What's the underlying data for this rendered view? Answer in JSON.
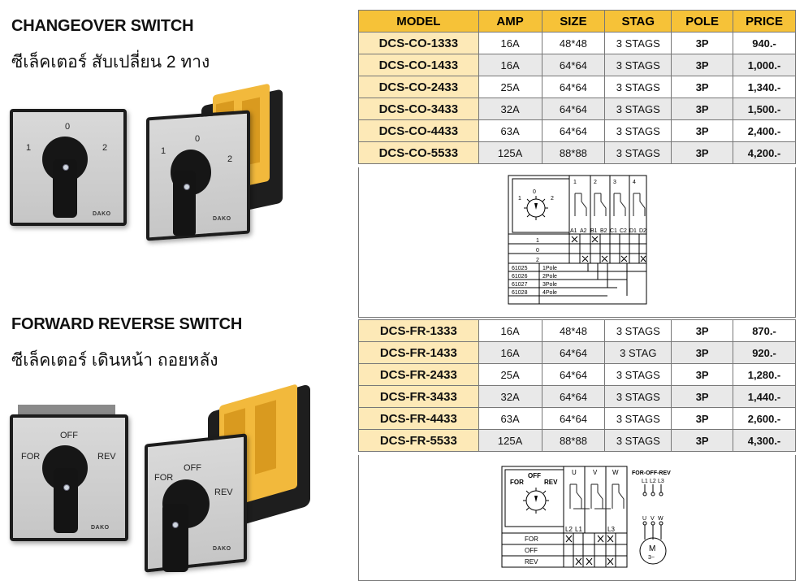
{
  "changeover": {
    "title": "CHANGEOVER SWITCH",
    "subtitle": "ซีเล็คเตอร์ สับเปลี่ยน 2 ทาง",
    "positions": [
      "1",
      "0",
      "2"
    ],
    "brand": "DAKO"
  },
  "forward_reverse": {
    "title": "FORWARD REVERSE SWITCH",
    "subtitle": "ซีเล็คเตอร์ เดินหน้า ถอยหลัง",
    "positions": [
      "FOR",
      "OFF",
      "REV"
    ],
    "brand": "DAKO"
  },
  "table_headers": [
    "MODEL",
    "AMP",
    "SIZE",
    "STAG",
    "POLE",
    "PRICE"
  ],
  "co_rows": [
    [
      "DCS-CO-1333",
      "16A",
      "48*48",
      "3 STAGS",
      "3P",
      "940.-"
    ],
    [
      "DCS-CO-1433",
      "16A",
      "64*64",
      "3 STAGS",
      "3P",
      "1,000.-"
    ],
    [
      "DCS-CO-2433",
      "25A",
      "64*64",
      "3 STAGS",
      "3P",
      "1,340.-"
    ],
    [
      "DCS-CO-3433",
      "32A",
      "64*64",
      "3 STAGS",
      "3P",
      "1,500.-"
    ],
    [
      "DCS-CO-4433",
      "63A",
      "64*64",
      "3 STAGS",
      "3P",
      "2,400.-"
    ],
    [
      "DCS-CO-5533",
      "125A",
      "88*88",
      "3 STAGS",
      "3P",
      "4,200.-"
    ]
  ],
  "fr_rows": [
    [
      "DCS-FR-1333",
      "16A",
      "48*48",
      "3 STAGS",
      "3P",
      "870.-"
    ],
    [
      "DCS-FR-1433",
      "16A",
      "64*64",
      "3 STAG",
      "3P",
      "920.-"
    ],
    [
      "DCS-FR-2433",
      "25A",
      "64*64",
      "3 STAGS",
      "3P",
      "1,280.-"
    ],
    [
      "DCS-FR-3433",
      "32A",
      "64*64",
      "3 STAGS",
      "3P",
      "1,440.-"
    ],
    [
      "DCS-FR-4433",
      "63A",
      "64*64",
      "3 STAGS",
      "3P",
      "2,600.-"
    ],
    [
      "DCS-FR-5533",
      "125A",
      "88*88",
      "3 STAGS",
      "3P",
      "4,300.-"
    ]
  ],
  "co_diagram": {
    "stages": [
      "1",
      "2",
      "3",
      "4"
    ],
    "terminals": [
      "A1",
      "A2",
      "B1",
      "B2",
      "C1",
      "C2",
      "D1",
      "D2"
    ],
    "positions": [
      "1",
      "0",
      "2"
    ],
    "knob_labels": [
      "1",
      "0",
      "2"
    ],
    "codes": [
      {
        "code": "61025",
        "label": "1Pole"
      },
      {
        "code": "61026",
        "label": "2Pole"
      },
      {
        "code": "61027",
        "label": "3Pole"
      },
      {
        "code": "61028",
        "label": "4Pole"
      }
    ]
  },
  "fr_diagram": {
    "phases": [
      "U",
      "V",
      "W"
    ],
    "caption": "FOR-OFF-REV",
    "inputs": [
      "L1",
      "L2",
      "L3"
    ],
    "motor_terminals": [
      "U",
      "V",
      "W"
    ],
    "motor_label": "M",
    "motor_sub": "3~",
    "bottom_labels": [
      "L2",
      "L1",
      "L3"
    ],
    "positions": [
      "FOR",
      "OFF",
      "REV"
    ],
    "knob_labels": [
      "FOR",
      "OFF",
      "REV"
    ]
  }
}
